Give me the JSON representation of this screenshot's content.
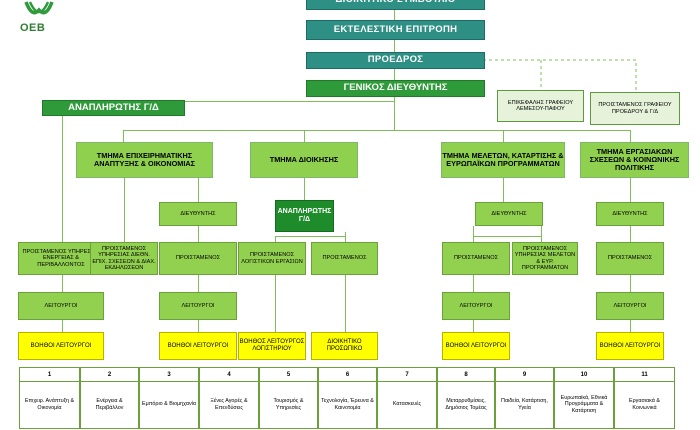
{
  "logo": {
    "text": "OEB"
  },
  "governance": {
    "board": "ΔΙΟΙΚΗΤΙΚΟ ΣΥΜΒΟΥΛΙΟ",
    "executive": "ΕΚΤΕΛΕΣΤΙΚΗ ΕΠΙΤΡΟΠΗ",
    "president": "ΠΡΟΕΔΡΟΣ",
    "gm": "ΓΕΝΙΚΟΣ ΔΙΕΥΘΥΝΤΗΣ"
  },
  "deputy_gm": "ΑΝΑΠΛΗΡΩΤΗΣ Γ/Δ",
  "offices": {
    "limassol": "ΕΠΙΚΕΦΑΛΗΣ ΓΡΑΦΕΙΟΥ ΛΕΜΕΣΟΥ-ΠΑΦΟΥ",
    "president_office": "ΠΡΟΙΣΤΑΜΕΝΟΣ ΓΡΑΦΕΙΟΥ ΠΡΟΕΔΡΟΥ & Γ/Δ"
  },
  "departments": [
    {
      "name": "ΤΜΗΜΑ ΕΠΙΧΕΙΡΗΜΑΤΙΚΗΣ ΑΝΑΠΤΥΞΗΣ & ΟΙΚΟΝΟΜΙΑΣ",
      "director": "ΔΙΕΥΘΥΝΤΗΣ",
      "heads": [
        "ΠΡΟΙΣΤΑΜΕΝΟΣ ΥΠΗΡΕΣΙΑΣ ΕΝΕΡΓΕΙΑΣ & ΠΕΡΙΒΑΛΛΟΝΤΟΣ",
        "ΠΡΟΙΣΤΑΜΕΝΟΣ ΥΠΗΡΕΣΙΑΣ ΔΙΕΘΝ. ΕΠΙΧ. ΣΧΕΣΕΩΝ & ΔΙΑΧ. ΕΚΔΗΛΩΣΕΩΝ",
        "ΠΡΟΙΣΤΑΜΕΝΟΣ"
      ],
      "officers": "ΛΕΙΤΟΥΡΓΟΙ",
      "assistants": "ΒΟΗΘΟΙ ΛΕΙΤΟΥΡΓΟΙ"
    },
    {
      "name": "ΤΜΗΜΑ ΔΙΟΙΚΗΣΗΣ",
      "deputy": "ΑΝΑΠΛΗΡΩΤΗΣ Γ/Δ",
      "heads": [
        "ΠΡΟΙΣΤΑΜΕΝΟΣ ΛΟΓΙΣΤΙΚΩΝ ΕΡΓΑΣΙΩΝ",
        "ΠΡΟΙΣΤΑΜΕΝΟΣ"
      ],
      "assistant_acc": "ΒΟΗΘΟΣ ΛΕΙΤΟΥΡΓΟΣ ΛΟΓΙΣΤΗΡΙΟΥ",
      "admin_staff": "ΔΙΟΙΚΗΤΙΚΟ ΠΡΟΣΩΠΙΚΟ"
    },
    {
      "name": "ΤΜΗΜΑ ΜΕΛΕΤΩΝ, ΚΑΤΑΡΤΙΣΗΣ & ΕΥΡΩΠΑΪΚΩΝ ΠΡΟΓΡΑΜΜΑΤΩΝ",
      "director": "ΔΙΕΥΘΥΝΤΗΣ",
      "heads": [
        "ΠΡΟΙΣΤΑΜΕΝΟΣ",
        "ΠΡΟΙΣΤΑΜΕΝΟΣ ΥΠΗΡΕΣΙΑΣ ΜΕΛΕΤΩΝ & ΕΥΡ. ΠΡΟΓΡΑΜΜΑΤΩΝ"
      ],
      "officers": "ΛΕΙΤΟΥΡΓΟΙ",
      "assistants": "ΒΟΗΘΟΙ ΛΕΙΤΟΥΡΓΟΙ"
    },
    {
      "name": "ΤΜΗΜΑ ΕΡΓΑΣΙΑΚΩΝ ΣΧΕΣΕΩΝ & ΚΟΙΝΩΝΙΚΗΣ ΠΟΛΙΤΙΚΗΣ",
      "director": "ΔΙΕΥΘΥΝΤΗΣ",
      "heads": [
        "ΠΡΟΙΣΤΑΜΕΝΟΣ"
      ],
      "officers": "ΛΕΙΤΟΥΡΓΟΙ",
      "assistants": "ΒΟΗΘΟΙ ΛΕΙΤΟΥΡΓΟΙ"
    }
  ],
  "sectors": [
    {
      "num": "1",
      "label": "Επιχειρ. Ανάπτυξη & Οικονομία"
    },
    {
      "num": "2",
      "label": "Ενέργεια & Περιβάλλον"
    },
    {
      "num": "3",
      "label": "Εμπόριο & Βιομηχανία"
    },
    {
      "num": "4",
      "label": "Ξένες Αγορές & Επενδύσεις"
    },
    {
      "num": "5",
      "label": "Τουρισμός & Υπηρεσίες"
    },
    {
      "num": "6",
      "label": "Τεχνολογία, Έρευνα & Καινοτομία"
    },
    {
      "num": "7",
      "label": "Κατασκευές"
    },
    {
      "num": "8",
      "label": "Μεταρρυθμίσεις, Δημόσιος Τομέας"
    },
    {
      "num": "9",
      "label": "Παιδεία, Κατάρτιση, Υγεία"
    },
    {
      "num": "10",
      "label": "Ευρωπαϊκά, Εθνικά Προγράμματα & Κατάρτιση"
    },
    {
      "num": "11",
      "label": "Εργασιακά & Κοινωνικά"
    }
  ],
  "colors": {
    "teal": "#2e8f84",
    "green": "#2e9a3a",
    "light_green": "#8fd14f",
    "yellow": "#ffff00"
  }
}
